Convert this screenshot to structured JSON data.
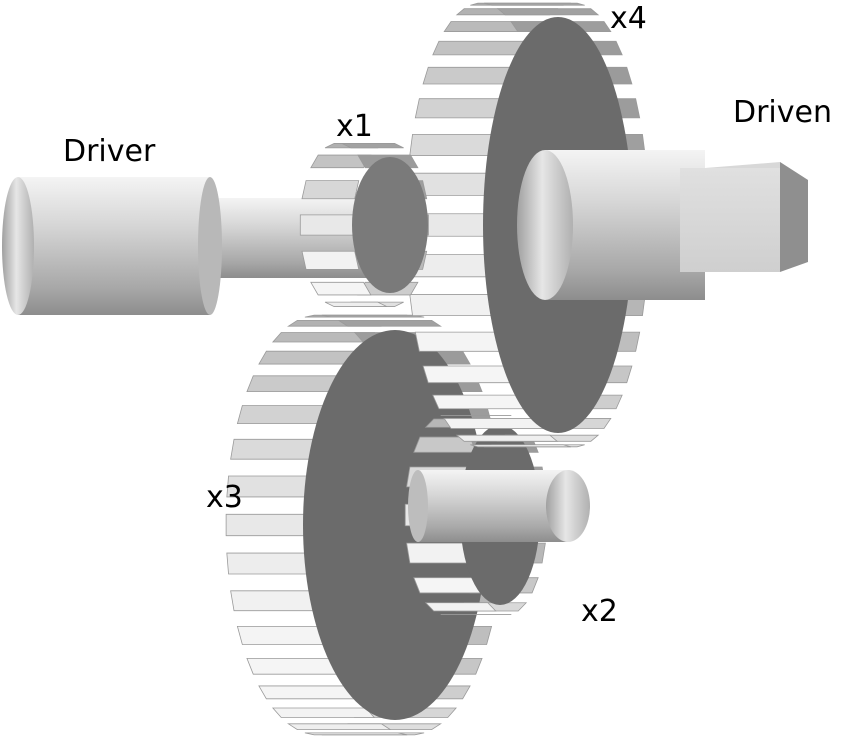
{
  "labels": {
    "driver": "Driver",
    "driven": "Driven",
    "gear_x1": "x1",
    "gear_x2": "x2",
    "gear_x3": "x3",
    "gear_x4": "x4"
  },
  "gears": {
    "x1": {
      "teeth": 14
    },
    "x2": {
      "teeth": 16
    },
    "x3": {
      "teeth": 34
    },
    "x4": {
      "teeth": 34
    }
  },
  "colors": {
    "metal_light": "#e8e8e8",
    "metal_mid": "#c4c4c4",
    "metal_dark": "#8a8a8a",
    "gear_face": "#6b6b6b",
    "background": "#ffffff"
  }
}
